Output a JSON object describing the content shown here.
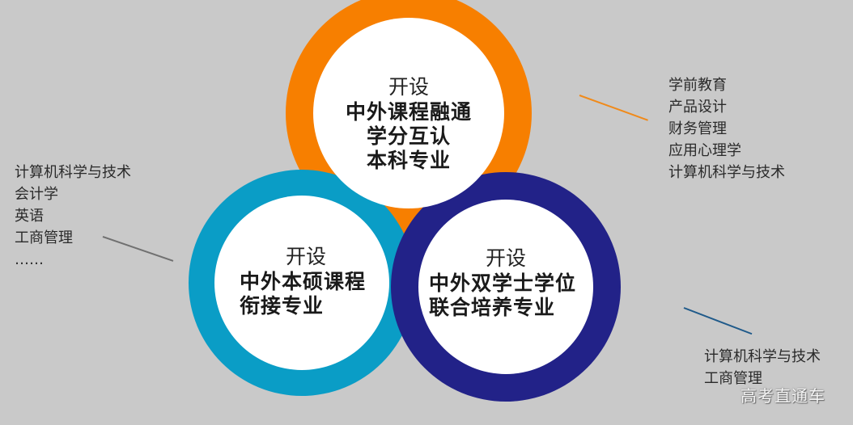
{
  "colors": {
    "background": "#c9c9c9",
    "orange": "#f77f00",
    "cyan": "#0a9dc6",
    "navy": "#222288",
    "center_overlap": "#8ea6c6",
    "leader_orange": "#f08a1a",
    "leader_gray": "#707070",
    "leader_navy": "#1f5a8a"
  },
  "circles": {
    "top": {
      "prefix": "开设",
      "lines": [
        "中外课程融通",
        "学分互认",
        "本科专业"
      ]
    },
    "left": {
      "prefix": "开设",
      "lines": [
        "中外本硕课程",
        "衔接专业"
      ]
    },
    "right": {
      "prefix": "开设",
      "lines": [
        "中外双学士学位",
        "联合培养专业"
      ]
    }
  },
  "lists": {
    "top_right": [
      "学前教育",
      "产品设计",
      "财务管理",
      "应用心理学",
      "计算机科学与技术"
    ],
    "left": [
      "计算机科学与技术",
      "会计学",
      "英语",
      "工商管理",
      "……"
    ],
    "bottom_right": [
      "计算机科学与技术",
      "工商管理"
    ]
  },
  "watermark": "高考直通车"
}
